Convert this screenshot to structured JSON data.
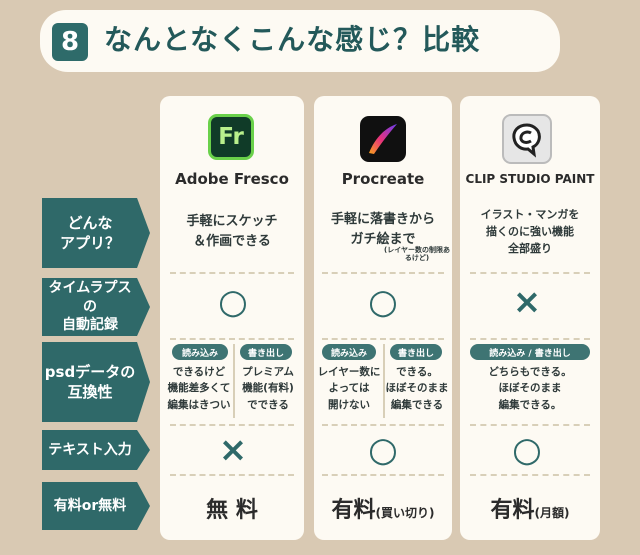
{
  "banner": {
    "number": "8",
    "title": "なんとなくこんな感じ？比較"
  },
  "apps": [
    {
      "icon_text": "Fr",
      "name": "Adobe Fresco"
    },
    {
      "icon_text": "",
      "name": "Procreate"
    },
    {
      "icon_text": "",
      "name": "CLIP STUDIO PAINT"
    }
  ],
  "rows": [
    {
      "label": "どんな\nアプリ？"
    },
    {
      "label": "タイムラプスの\n自動記録"
    },
    {
      "label": "psdデータの\n互換性"
    },
    {
      "label": "テキスト入力"
    },
    {
      "label": "有料or無料"
    }
  ],
  "app_desc": {
    "fresco": "手軽にスケッチ\n＆作画できる",
    "procreate_main": "手軽に落書きから\nガチ絵まで",
    "procreate_note": "(レイヤー数の制限あるけど)",
    "csp": "イラスト・マンガを\n描くのに強い機能\n全部盛り"
  },
  "timelapse": {
    "fresco": "○",
    "procreate": "○",
    "csp": "×"
  },
  "psd": {
    "fresco_read_label": "読み込み",
    "fresco_read": "できるけど\n機能差多くて\n編集はきつい",
    "fresco_write_label": "書き出し",
    "fresco_write": "プレミアム\n機能(有料)\nでできる",
    "procreate_read_label": "読み込み",
    "procreate_read": "レイヤー数に\nよっては\n開けない",
    "procreate_write_label": "書き出し",
    "procreate_write": "できる。\nほぼそのまま\n編集できる",
    "csp_label": "読み込み / 書き出し",
    "csp": "どちらもできる。\nほぼそのまま\n編集できる。"
  },
  "text_input": {
    "fresco": "×",
    "procreate": "○",
    "csp": "○"
  },
  "price": {
    "fresco": "無 料",
    "procreate": "有料",
    "procreate_note": "(買い切り)",
    "csp": "有料",
    "csp_note": "(月額)"
  },
  "colors": {
    "teal": "#2f6969",
    "background": "#d9c9b3",
    "card": "#fdfaf3"
  }
}
